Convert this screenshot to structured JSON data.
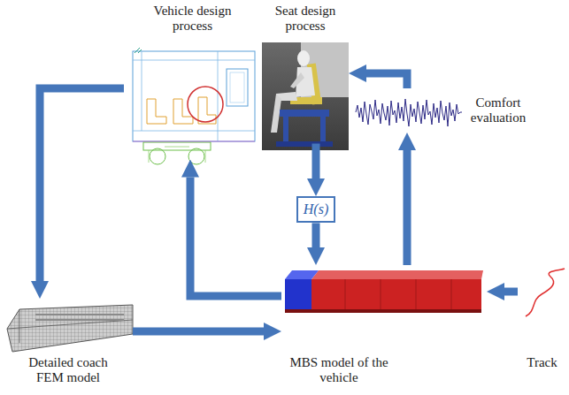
{
  "diagram": {
    "nodes": [
      {
        "text": [
          "Vehicle design process"
        ]
      },
      {
        "text": [
          "Seat design process"
        ]
      },
      {
        "text": [
          "H(s)"
        ]
      },
      {
        "text": [
          "Comfort evaluation"
        ]
      },
      {
        "text": [
          "Detailed coach FEM model"
        ]
      },
      {
        "text": [
          "MBS model of the vehicle"
        ]
      },
      {
        "text": [
          "Track"
        ]
      }
    ],
    "edges": [
      {
        "from": 0,
        "to": 4,
        "arrow": "to"
      },
      {
        "from": 4,
        "to": 5,
        "arrow": "to"
      },
      {
        "from": 5,
        "to": 0,
        "arrow": "to"
      },
      {
        "from": 1,
        "to": 2,
        "arrow": "to"
      },
      {
        "from": 2,
        "to": 5,
        "arrow": "to"
      },
      {
        "from": 5,
        "to": 3,
        "arrow": "to"
      },
      {
        "from": 3,
        "to": 1,
        "arrow": "to"
      },
      {
        "from": 6,
        "to": 5,
        "arrow": "to"
      }
    ]
  }
}
